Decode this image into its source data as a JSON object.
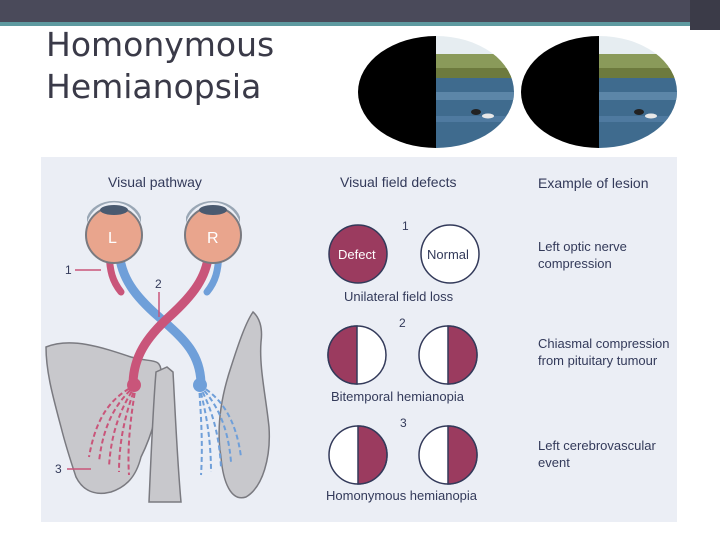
{
  "slide": {
    "title_line1": "Homonymous",
    "title_line2": "Hemianopsia"
  },
  "figure": {
    "headings": {
      "pathway": "Visual pathway",
      "defects": "Visual field defects",
      "lesion": "Example of lesion"
    },
    "eyes": {
      "left": "L",
      "right": "R"
    },
    "pathway_markers": [
      "1",
      "2",
      "3"
    ],
    "rows": [
      {
        "number": "1",
        "left_label": "Defect",
        "right_label": "Normal",
        "caption": "Unilateral field loss",
        "lesion_line1": "Left optic nerve",
        "lesion_line2": "compression"
      },
      {
        "number": "2",
        "caption": "Bitemporal hemianopia",
        "lesion_line1": "Chiasmal compression",
        "lesion_line2": "from pituitary tumour"
      },
      {
        "number": "3",
        "caption": "Homonymous hemianopia",
        "lesion_line1": "Left cerebrovascular",
        "lesion_line2": "event"
      }
    ]
  },
  "colors": {
    "defect": "#9b3b5f",
    "blue_tract": "#6f9fd9",
    "red_tract": "#c9557a",
    "panel": "#ebeef5"
  }
}
